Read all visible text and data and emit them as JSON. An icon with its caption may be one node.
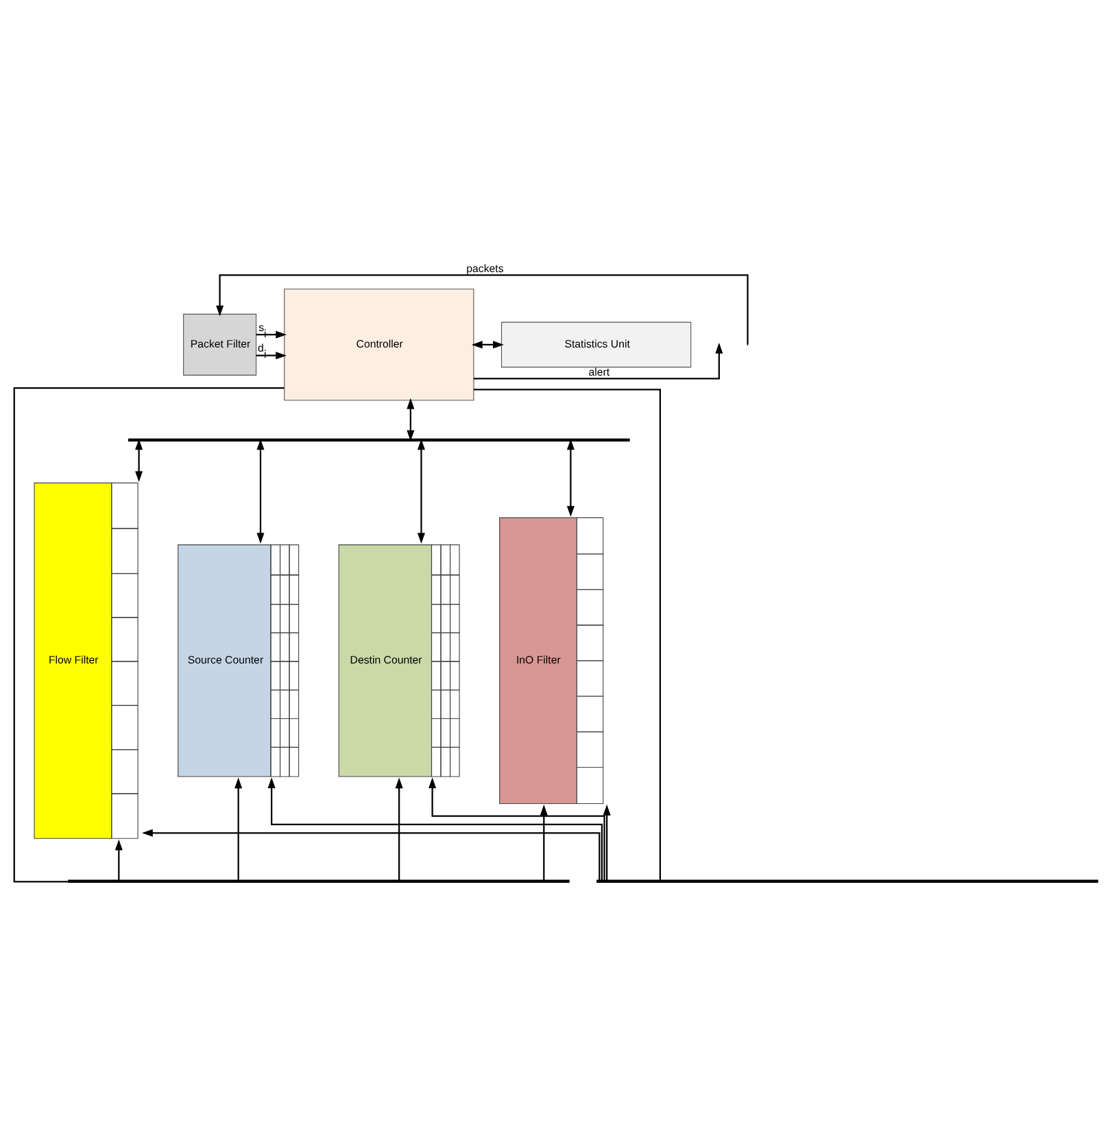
{
  "diagram": {
    "nodes": [
      {
        "text": [
          "Packet Filter"
        ]
      },
      {
        "text": [
          "Controller"
        ]
      },
      {
        "text": [
          "Statistics Unit"
        ]
      },
      {
        "text": [],
        "shape": "bar"
      },
      {
        "text": [
          "Flow Filter"
        ]
      },
      {
        "text": [
          "Source Counter"
        ]
      },
      {
        "text": [
          "Destin Counter"
        ]
      },
      {
        "text": [
          "InO Filter"
        ]
      },
      {
        "text": [],
        "shape": "bar"
      },
      {
        "text": [],
        "shape": "bar"
      }
    ],
    "edges": [
      {
        "from": 1,
        "to": null,
        "arrow": "to",
        "label": "alert"
      },
      {
        "from": null,
        "to": 0,
        "arrow": "to",
        "label": "packets"
      },
      {
        "from": 0,
        "to": 1,
        "arrow": "to",
        "label": "s$_{i}$"
      },
      {
        "from": 0,
        "to": 1,
        "arrow": "to",
        "label": "d$_{i}$"
      },
      {
        "from": 1,
        "to": 2,
        "arrow": "both"
      },
      {
        "from": 1,
        "to": 3,
        "arrow": "both"
      },
      {
        "from": 3,
        "to": 4,
        "arrow": "both"
      },
      {
        "from": 3,
        "to": 5,
        "arrow": "both"
      },
      {
        "from": 3,
        "to": 6,
        "arrow": "both"
      },
      {
        "from": 3,
        "to": 7,
        "arrow": "both"
      },
      {
        "from": 1,
        "to": 8,
        "arrow": "none"
      },
      {
        "from": 1,
        "to": 9,
        "arrow": "none"
      },
      {
        "from": 8,
        "to": 4,
        "arrow": "to"
      },
      {
        "from": 8,
        "to": 5,
        "arrow": "to"
      },
      {
        "from": 8,
        "to": 6,
        "arrow": "to"
      },
      {
        "from": 8,
        "to": 7,
        "arrow": "to"
      },
      {
        "from": 9,
        "to": 4,
        "arrow": "to"
      },
      {
        "from": 9,
        "to": 5,
        "arrow": "to"
      },
      {
        "from": 9,
        "to": 6,
        "arrow": "to"
      },
      {
        "from": 9,
        "to": 7,
        "arrow": "to"
      }
    ]
  }
}
